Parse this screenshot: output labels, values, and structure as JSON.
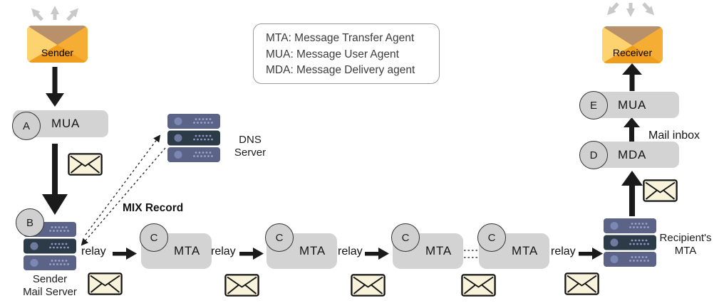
{
  "legend": {
    "line1": "MTA: Message Transfer Agent",
    "line2": "MUA: Message User Agent",
    "line3": "MDA: Message Delivery agent"
  },
  "endpoints": {
    "sender_label": "Sender",
    "receiver_label": "Receiver"
  },
  "agents": {
    "mua": {
      "badge_a": "A",
      "badge_e": "E",
      "label": "MUA"
    },
    "mta": {
      "badge": "C",
      "label": "MTA"
    },
    "mda": {
      "badge": "D",
      "label": "MDA"
    }
  },
  "servers": {
    "sender_mail_server": {
      "badge": "B",
      "label": "Sender\nMail Server"
    },
    "dns_server": {
      "label": "DNS\nServer"
    },
    "recipient_mta": {
      "label": "Recipient's\nMTA"
    }
  },
  "annotations": {
    "mix_record": "MIX Record",
    "mail_inbox": "Mail inbox",
    "relay": "relay"
  },
  "colors": {
    "box_gray": "#d3d3d3",
    "server_light": "#5b6386",
    "server_dark": "#2d3a48",
    "envelope_orange": "#f5a82c",
    "envelope_flap_tan": "#b8906a",
    "message_cream": "#faf3dc",
    "arrow_black": "#1a1a1a",
    "out_arrow_gray": "#c9c9c9"
  }
}
